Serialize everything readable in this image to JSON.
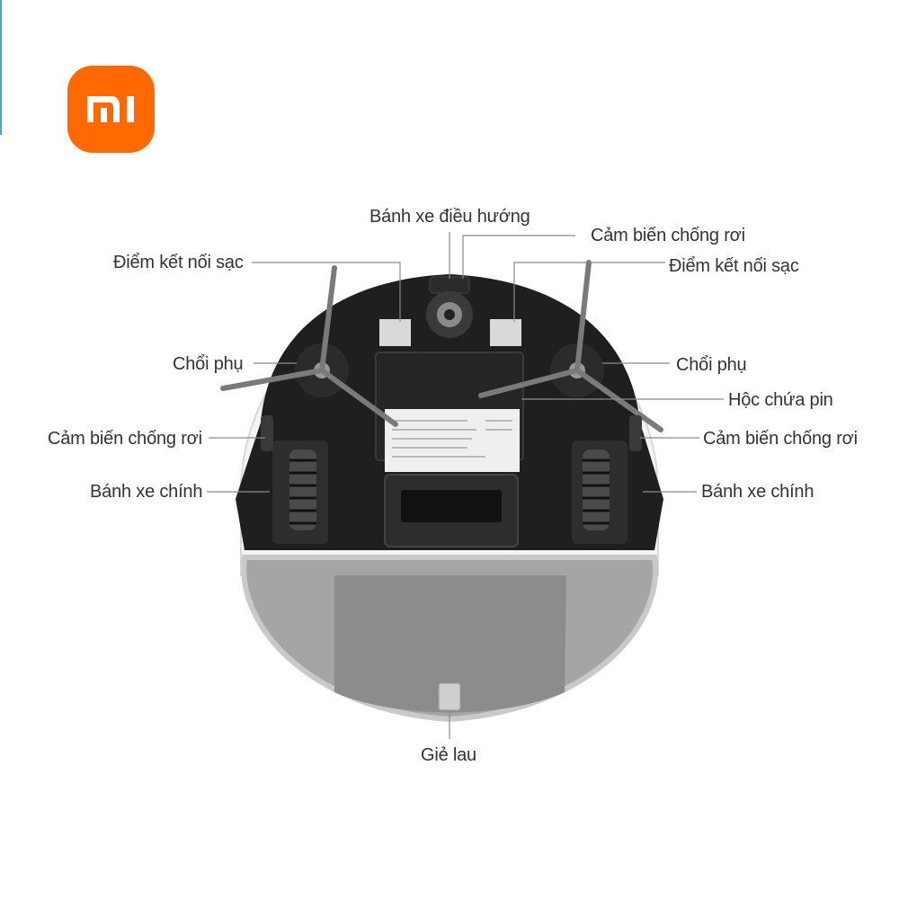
{
  "brand": {
    "logo_text": "mi",
    "logo_color": "#ff6900"
  },
  "labels": {
    "navigation_wheel": "Bánh xe điều hướng",
    "cliff_sensor_top": "Cảm biến chống rơi",
    "charging_contact_left": "Điểm kết nối sạc",
    "charging_contact_right": "Điểm kết nối sạc",
    "side_brush_left": "Chổi phụ",
    "side_brush_right": "Chổi phụ",
    "battery_compartment": "Hộc chứa pin",
    "cliff_sensor_left": "Cảm biến chống rơi",
    "cliff_sensor_right": "Cảm biến chống rơi",
    "main_wheel_left": "Bánh xe chính",
    "main_wheel_right": "Bánh xe chính",
    "mop_pad": "Giẻ lau"
  },
  "colors": {
    "body": "#1c1c1c",
    "shell": "#f2f2f2",
    "mop": "#9a9a9a",
    "leader": "#888888"
  }
}
